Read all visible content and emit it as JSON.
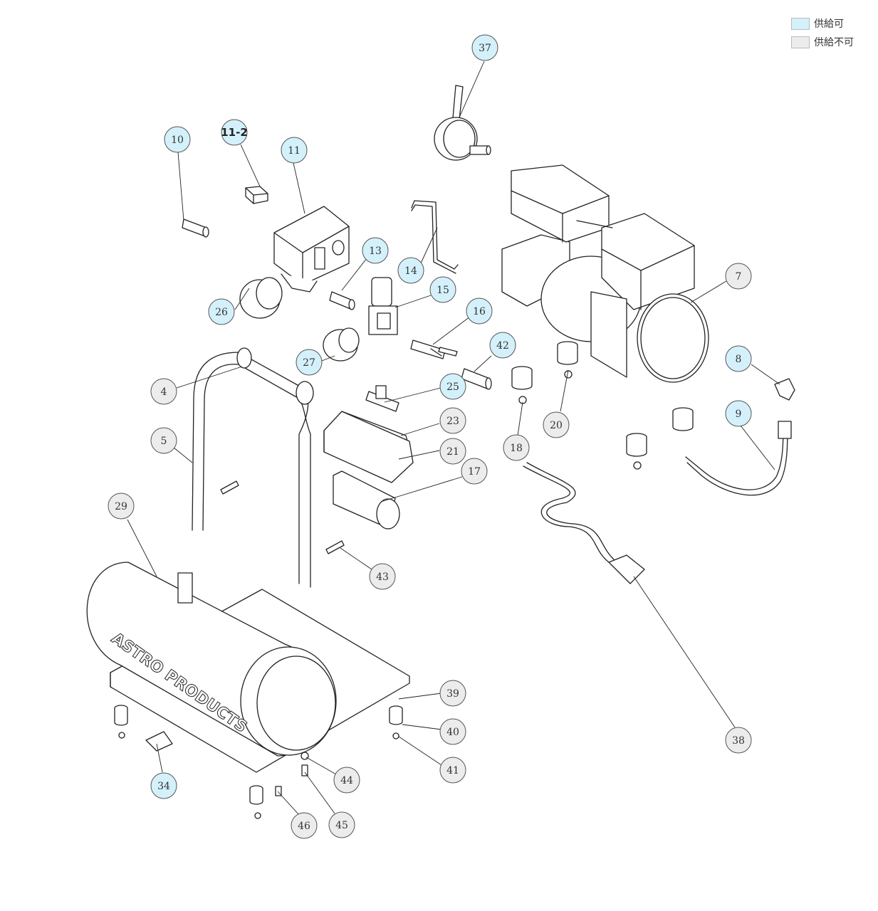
{
  "legend": {
    "available": {
      "label": "供給可",
      "color": "#d4f1fb"
    },
    "unavailable": {
      "label": "供給不可",
      "color": "#ececec"
    }
  },
  "logo_text": "ASTRO PRODUCTS",
  "colors": {
    "available_fill": "#d4f1fb",
    "unavailable_fill": "#ececec",
    "line": "#222222"
  },
  "callouts": [
    {
      "label": "37",
      "status": "available"
    },
    {
      "label": "10",
      "status": "available"
    },
    {
      "label": "11-2",
      "status": "available"
    },
    {
      "label": "11",
      "status": "available"
    },
    {
      "label": "13",
      "status": "available"
    },
    {
      "label": "14",
      "status": "available"
    },
    {
      "label": "15",
      "status": "available"
    },
    {
      "label": "26",
      "status": "available"
    },
    {
      "label": "16",
      "status": "available"
    },
    {
      "label": "42",
      "status": "available"
    },
    {
      "label": "27",
      "status": "available"
    },
    {
      "label": "25",
      "status": "available"
    },
    {
      "label": "7",
      "status": "unavailable"
    },
    {
      "label": "8",
      "status": "available"
    },
    {
      "label": "9",
      "status": "available"
    },
    {
      "label": "4",
      "status": "unavailable"
    },
    {
      "label": "5",
      "status": "unavailable"
    },
    {
      "label": "23",
      "status": "unavailable"
    },
    {
      "label": "21",
      "status": "unavailable"
    },
    {
      "label": "17",
      "status": "unavailable"
    },
    {
      "label": "20",
      "status": "unavailable"
    },
    {
      "label": "18",
      "status": "unavailable"
    },
    {
      "label": "29",
      "status": "unavailable"
    },
    {
      "label": "43",
      "status": "unavailable"
    },
    {
      "label": "39",
      "status": "unavailable"
    },
    {
      "label": "40",
      "status": "unavailable"
    },
    {
      "label": "41",
      "status": "unavailable"
    },
    {
      "label": "38",
      "status": "unavailable"
    },
    {
      "label": "34",
      "status": "available"
    },
    {
      "label": "44",
      "status": "unavailable"
    },
    {
      "label": "45",
      "status": "unavailable"
    },
    {
      "label": "46",
      "status": "unavailable"
    }
  ]
}
